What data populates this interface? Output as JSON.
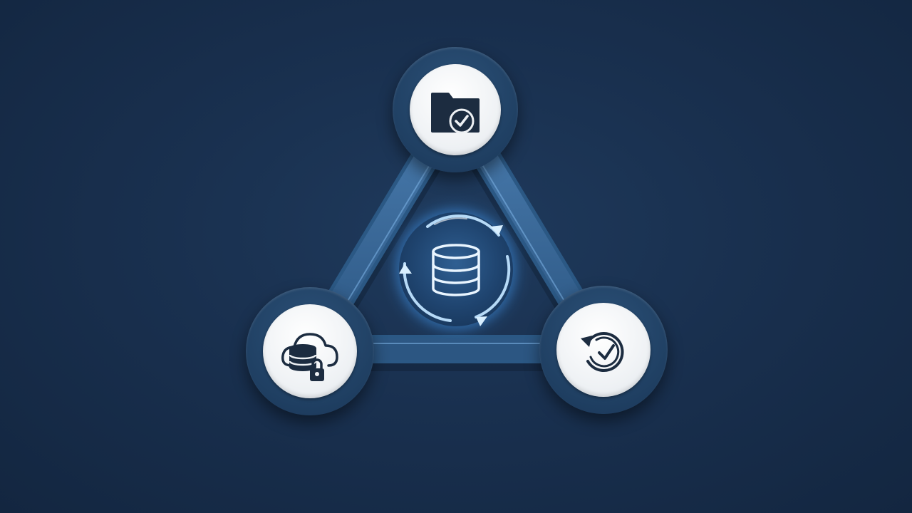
{
  "diagram": {
    "type": "cycle",
    "center": {
      "icon": "database-icon",
      "decoration": "circular-sync-arrows"
    },
    "nodes": [
      {
        "position": "top",
        "icon": "folder-check-icon"
      },
      {
        "position": "bottom-left",
        "icon": "cloud-database-lock-icon"
      },
      {
        "position": "bottom-right",
        "icon": "restore-clock-icon"
      }
    ]
  },
  "colors": {
    "background": "#19304f",
    "connector": "#3a6b9c",
    "glow": "#4aa8ff",
    "node_ring": "#24466c",
    "node_face": "#eef1f4",
    "icon_stroke": "#1c2c40"
  }
}
